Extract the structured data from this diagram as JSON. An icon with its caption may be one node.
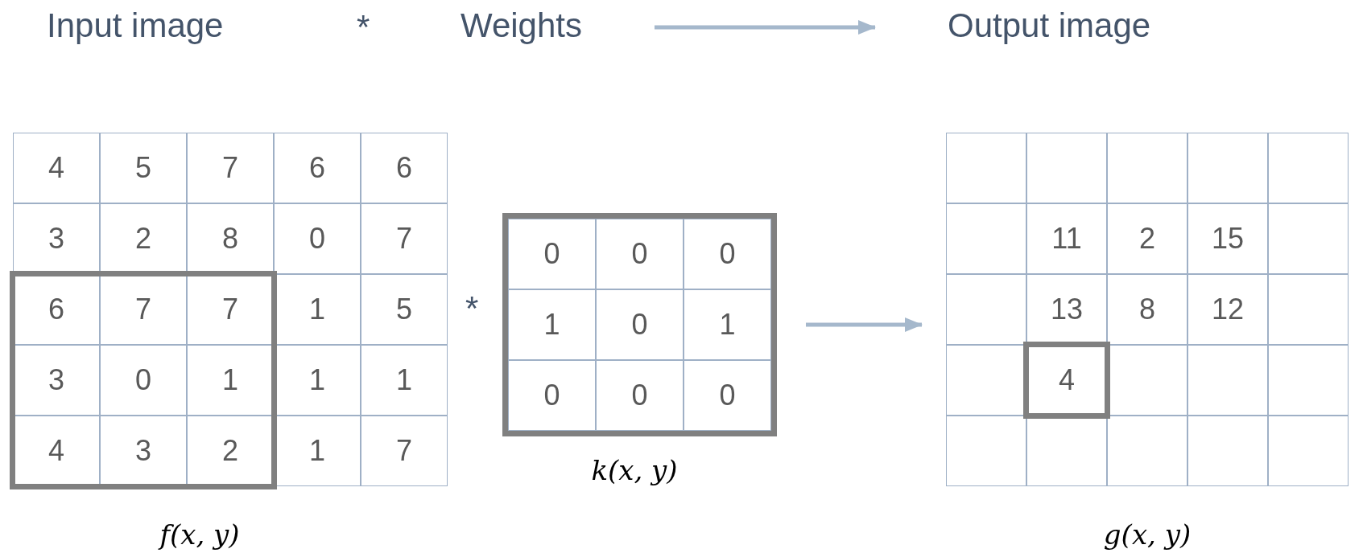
{
  "diagram": {
    "nodes": [
      {
        "text": [
          "Input image"
        ]
      },
      {
        "text": [
          "Weights"
        ]
      },
      {
        "text": [
          "Output image"
        ]
      },
      {
        "text": [
          "4",
          "5",
          "7",
          "6",
          "6",
          "3",
          "2",
          "8",
          "0",
          "7",
          "6",
          "7",
          "7",
          "1",
          "5",
          "3",
          "0",
          "1",
          "1",
          "1",
          "4",
          "3",
          "2",
          "1",
          "7"
        ],
        "beside": [
          "f(x, y)"
        ]
      },
      {
        "text": [
          "0",
          "0",
          "0",
          "1",
          "0",
          "1",
          "0",
          "0",
          "0"
        ],
        "beside": [
          "k(x, y)"
        ]
      },
      {
        "text": [
          "11",
          "2",
          "15",
          "13",
          "8",
          "12",
          "4"
        ],
        "beside": [
          "g(x, y)"
        ]
      }
    ],
    "edges": [
      {
        "from": 1,
        "to": 2,
        "arrow": "to"
      },
      {
        "from": 4,
        "to": 5,
        "arrow": "to"
      }
    ],
    "labels": [
      "*",
      "*"
    ]
  }
}
